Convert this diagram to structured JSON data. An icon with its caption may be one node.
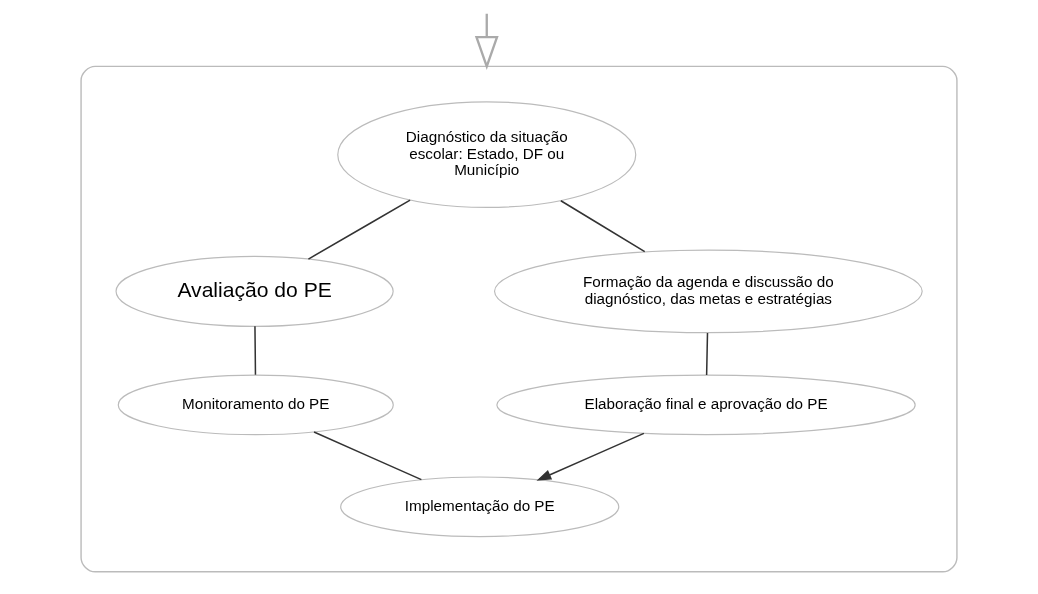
{
  "diagram": {
    "nodes": [
      {
        "text": [],
        "shape": "ellipse"
      },
      {
        "text": [
          "Diagnóstico da situação escolar: Estado, DF ou Município"
        ],
        "in": 0
      },
      {
        "text": [
          "Formação da agenda e discussão do diagnóstico, das metas e estratégias"
        ],
        "in": 0
      },
      {
        "text": [
          "Elaboração final e aprovação do PE"
        ],
        "in": 0
      },
      {
        "text": [
          "Implementação do PE"
        ],
        "in": 0
      },
      {
        "text": [
          "Monitoramento do PE"
        ],
        "in": 0
      },
      {
        "text": [
          "Avaliação do PE"
        ],
        "in": 0
      }
    ],
    "edges": [
      {
        "from": null,
        "to": 0,
        "arrow": "to",
        "color": "#aaaaaa"
      },
      {
        "from": 1,
        "to": 2,
        "arrow": "none"
      },
      {
        "from": 2,
        "to": 3,
        "arrow": "none"
      },
      {
        "from": 3,
        "to": 4,
        "arrow": "to"
      },
      {
        "from": 4,
        "to": 5,
        "arrow": "none"
      },
      {
        "from": 5,
        "to": 6,
        "arrow": "none"
      },
      {
        "from": 6,
        "to": 1,
        "arrow": "none"
      }
    ]
  }
}
